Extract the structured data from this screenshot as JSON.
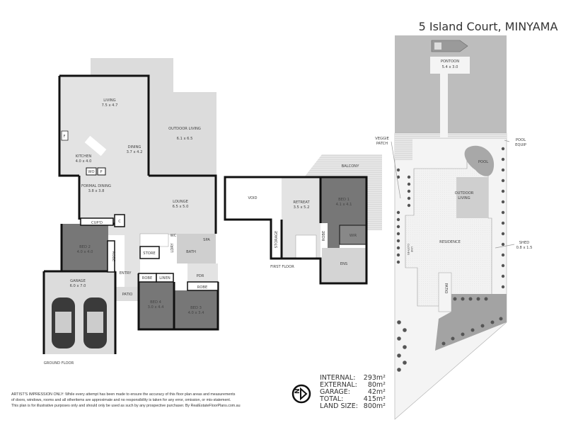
{
  "title": "5 Island Court, MINYAMA",
  "ground_floor": {
    "label": "GROUND FLOOR",
    "rooms": [
      {
        "name": "LIVING",
        "size": "7.5 x 4.7"
      },
      {
        "name": "DINING",
        "size": "3.7 x 4.2"
      },
      {
        "name": "KITCHEN",
        "size": "4.0 x 4.0"
      },
      {
        "name": "OUTDOOR LIVING",
        "size": "6.1 x 6.5"
      },
      {
        "name": "FORMAL DINING",
        "size": "3.8 x 3.8"
      },
      {
        "name": "LOUNGE",
        "size": "6.5 x 5.0"
      },
      {
        "name": "BED 2",
        "size": "4.0 x 4.0"
      },
      {
        "name": "GARAGE",
        "size": "6.0 x 7.0"
      },
      {
        "name": "BED 4",
        "size": "3.0 x 4.4"
      },
      {
        "name": "BED 3",
        "size": "4.0 x 3.4"
      }
    ],
    "minor": {
      "wo": "WO",
      "p": "P",
      "f": "F",
      "cupd": "CUP'D",
      "c": "C",
      "robe": "ROBE",
      "store": "STORE",
      "ldry": "LDRY",
      "wc": "WC",
      "bath": "BATH",
      "spa": "SPA",
      "entry": "ENTRY",
      "patio": "PATIO",
      "linen": "LINEN",
      "pdr": "PDR"
    }
  },
  "first_floor": {
    "label": "FIRST FLOOR",
    "rooms": [
      {
        "name": "RETREAT",
        "size": "3.5 x 5.2"
      },
      {
        "name": "BED 1",
        "size": "4.1 x 4.1"
      }
    ],
    "minor": {
      "void": "VOID",
      "balcony": "BALCONY",
      "storage": "STORAGE",
      "robe": "ROBE",
      "wir": "WIR",
      "ens": "ENS"
    }
  },
  "site": {
    "pontoon": "PONTOON",
    "pontoon_size": "5.4 x 3.0",
    "veggie": "VEGGIE",
    "patch": "PATCH",
    "pool_equip": "POOL",
    "pool_equip2": "EQUIP",
    "pool": "POOL",
    "outdoor": "OUTDOOR",
    "living": "LIVING",
    "residence": "RESIDENCE",
    "patio": "PATIO",
    "clothes": "CLOTHES",
    "line": "LINE",
    "shed": "SHED",
    "shed_size": "0.8 x 1.5"
  },
  "areas": [
    {
      "label": "INTERNAL:",
      "value": "293m²"
    },
    {
      "label": "EXTERNAL:",
      "value": "80m²"
    },
    {
      "label": "GARAGE:",
      "value": "42m²"
    },
    {
      "label": "TOTAL:",
      "value": "415m²"
    },
    {
      "label": "LAND SIZE:",
      "value": "800m²"
    }
  ],
  "disclaimer": [
    "ARTIST'S IMPRESSION ONLY: While every attempt has been made to ensure the accuracy of this floor plan areas and measurements",
    "of  doors, windows, rooms and all otheritems are approximate and no responsibility is taken for any error, omission, or mis-statement.",
    "This plan is for illustrative purposes only and should only be used as such by any prospective purchaser. By RealEstateFloorPlans.com.au"
  ],
  "north_icon": "north-arrow-icon"
}
